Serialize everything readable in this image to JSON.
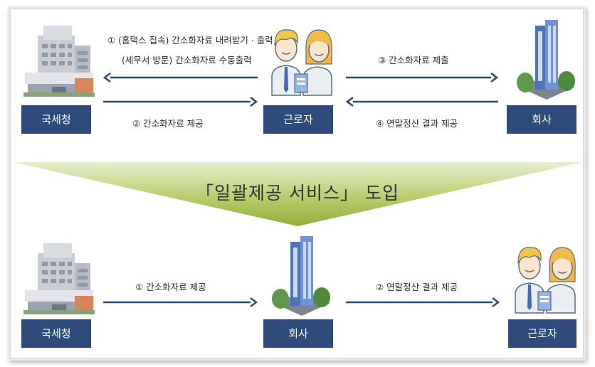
{
  "top": {
    "entity_left": "국세청",
    "entity_center": "근로자",
    "entity_right": "회사",
    "label_1a": "① (홈택스 접속) 간소화자료 내려받기 · 출력",
    "label_1b": "(세무서 방문) 간소화자료 수동출력",
    "label_2": "② 간소화자료 제공",
    "label_3": "③ 간소화자료 제출",
    "label_4": "④ 연말정산 결과 제공"
  },
  "banner": {
    "title": "「일괄제공 서비스」 도입"
  },
  "bottom": {
    "entity_left": "국세청",
    "entity_center": "회사",
    "entity_right": "근로자",
    "label_1": "① 간소화자료 제공",
    "label_2": "② 연말정산 결과 제공"
  },
  "colors": {
    "box": "#2f4b7b",
    "arrow": "#2b4777",
    "banner": "#a4bc4e"
  }
}
